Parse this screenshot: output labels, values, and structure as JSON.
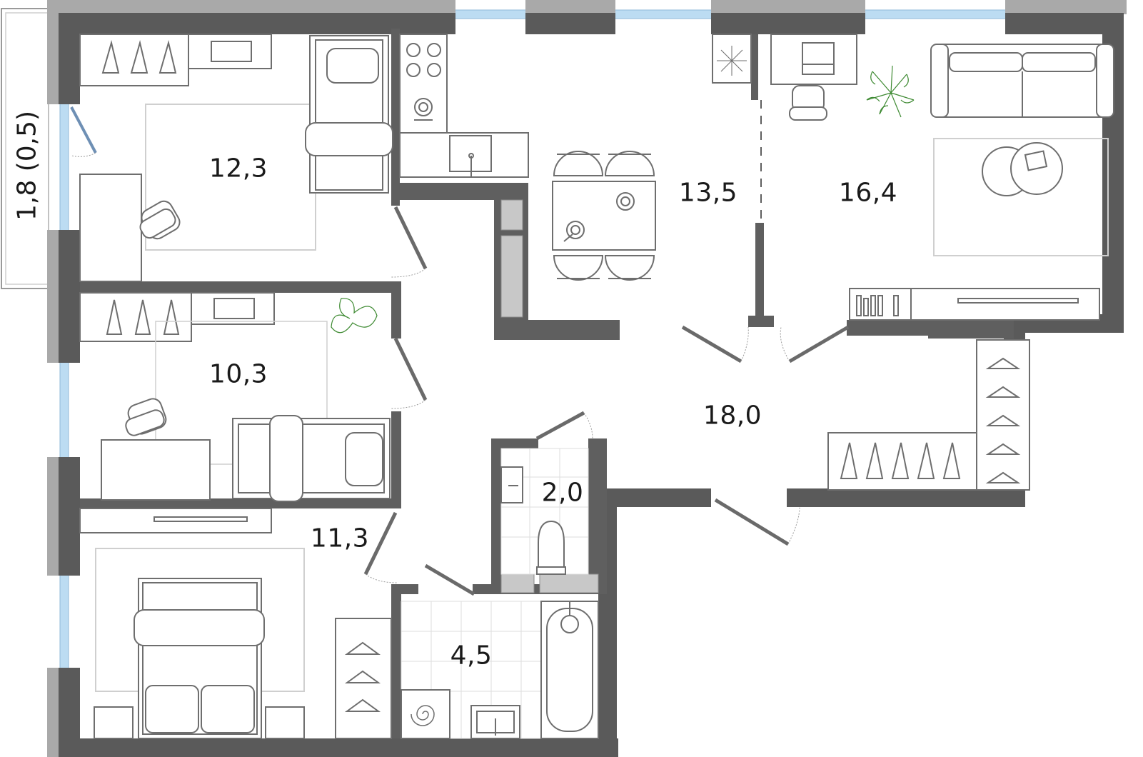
{
  "rooms": {
    "bedroom_top": {
      "area": "12,3"
    },
    "kitchen": {
      "area": "13,5"
    },
    "living": {
      "area": "16,4"
    },
    "bedroom_middle": {
      "area": "10,3"
    },
    "hall": {
      "area": "18,0"
    },
    "wc": {
      "area": "2,0"
    },
    "bedroom_bottom": {
      "area": "11,3"
    },
    "bathroom": {
      "area": "4,5"
    }
  },
  "balcony": {
    "label": "1,8 (0,5)"
  },
  "colors": {
    "wall": "#5a5a5a",
    "partition": "#5f5f5f",
    "window_glass": "#bcdcf2",
    "window_frame": "#a9a9a9",
    "furniture": "#6e6e6e",
    "plant": "#3e8a32"
  }
}
